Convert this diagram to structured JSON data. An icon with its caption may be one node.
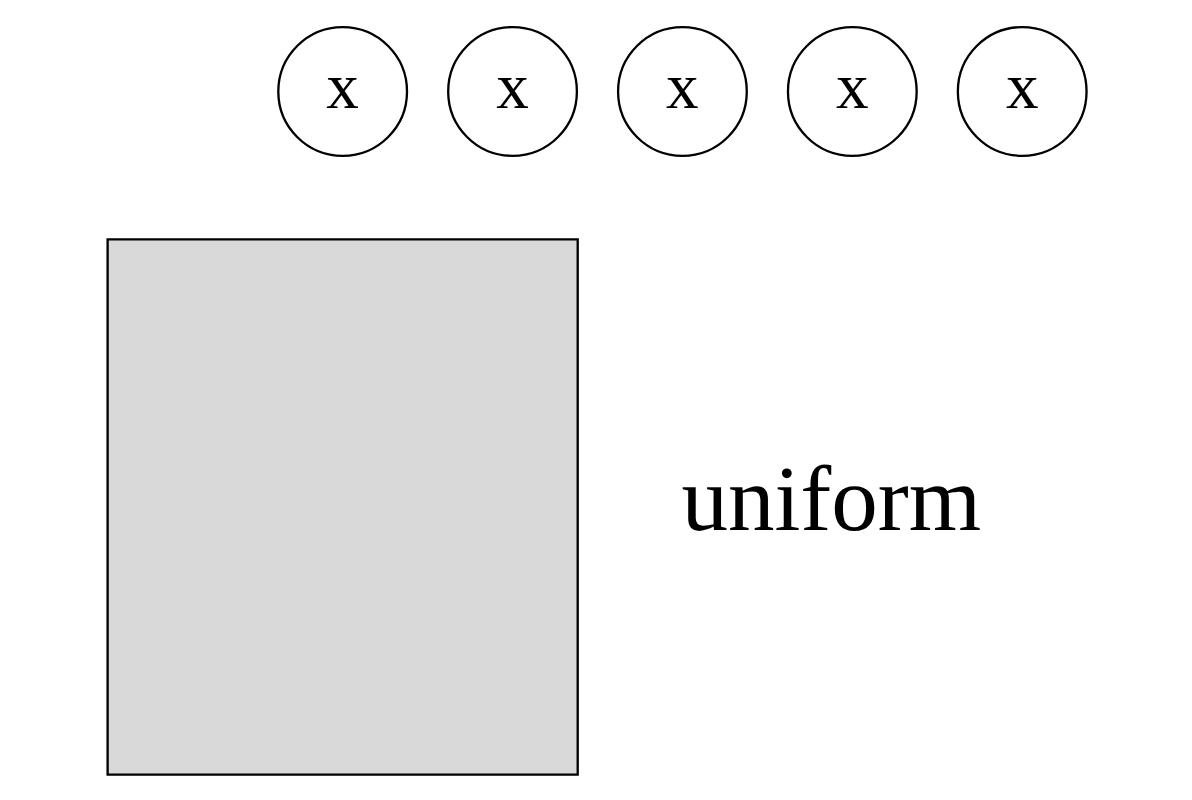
{
  "diagram": {
    "nodes": [
      {
        "text": [
          "x"
        ]
      },
      {
        "text": [
          "x"
        ]
      },
      {
        "text": [
          "x"
        ]
      },
      {
        "text": [
          "x"
        ]
      },
      {
        "text": [
          "x"
        ]
      },
      {
        "text": [],
        "shape": "box",
        "beside": [
          "uniform"
        ]
      }
    ]
  }
}
